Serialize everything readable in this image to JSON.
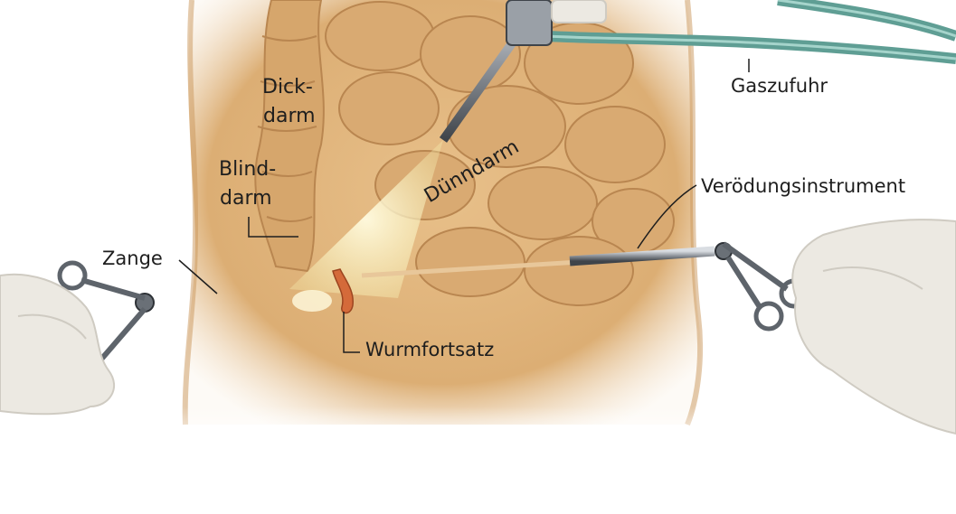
{
  "labels": {
    "dickdarm_line1": "Dick-",
    "dickdarm_line2": "darm",
    "blinddarm_line1": "Blind-",
    "blinddarm_line2": "darm",
    "duenndarm": "Dünndarm",
    "gaszufuhr": "Gaszufuhr",
    "veroedungsinstrument": "Verödungsinstrument",
    "zange": "Zange",
    "wurmfortsatz": "Wurmfortsatz"
  },
  "colors": {
    "skin": "#e3b77f",
    "skin_shadow": "#c9955a",
    "intestine": "#d8a86f",
    "intestine_dark": "#b98650",
    "gas_tube": "#5f9e94",
    "instrument": "#8a8f96",
    "instrument_dark": "#3f444a",
    "glove": "#ece9e2",
    "glove_shadow": "#cfcbc2",
    "light_beam": "#f7efb0",
    "appendix": "#d46a3a",
    "label_text": "#1e1e1e"
  }
}
